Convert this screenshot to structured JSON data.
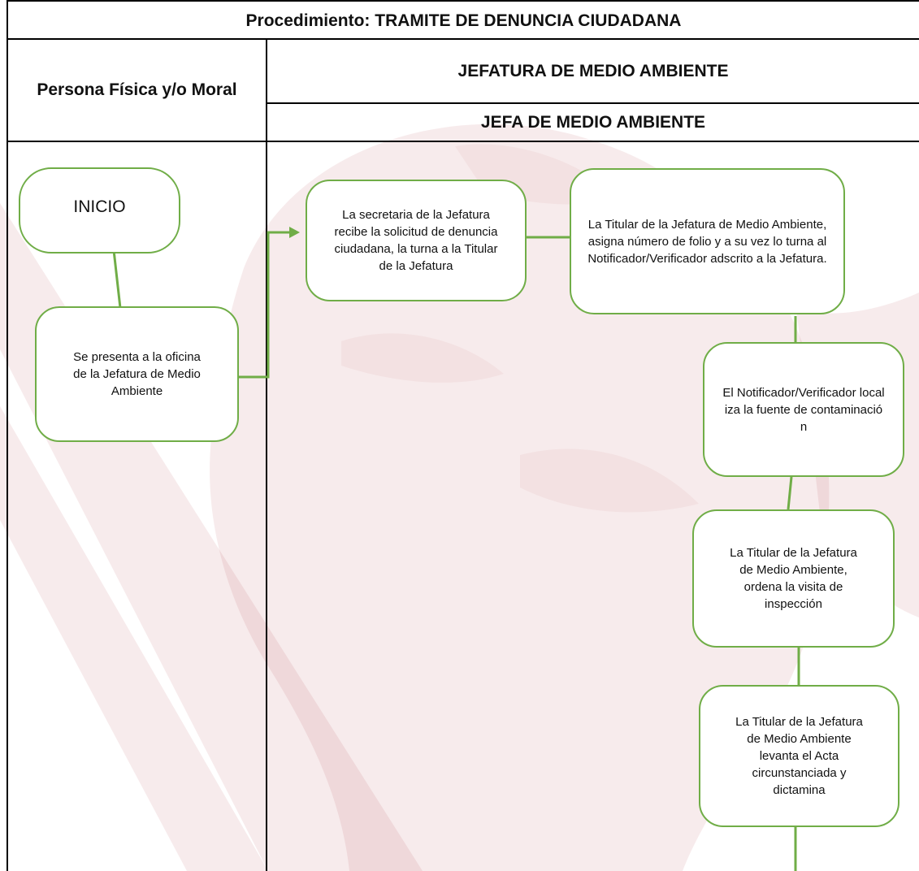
{
  "title": "Procedimiento: TRAMITE DE DENUNCIA CIUDADANA",
  "lanes": {
    "left_header": "Persona Física y/o Moral",
    "right_header_top": "JEFATURA DE MEDIO AMBIENTE",
    "right_header_bottom": "JEFA DE MEDIO AMBIENTE"
  },
  "nodes": {
    "inicio": "INICIO",
    "presenta": "Se presenta a la oficina de la Jefatura de Medio Ambiente",
    "secretaria": "La secretaria de la Jefatura recibe la solicitud de denuncia ciudadana, la turna a la Titular de la Jefatura",
    "titular_folio": "La Titular de la Jefatura de Medio Ambiente, asigna número de folio y a su vez lo turna al Notificador/Verificador adscrito a la Jefatura.",
    "notificador": "El Notificador/Verificador localiza la fuente de contaminación",
    "ordena_visita": "La Titular de la Jefatura de Medio Ambiente, ordena la visita de inspección",
    "levanta_acta": "La Titular de la Jefatura de Medio Ambiente levanta el Acta circunstanciada y dictamina"
  },
  "colors": {
    "node_border": "#70ad47",
    "connector": "#70ad47",
    "watermark": "#a9202e"
  }
}
